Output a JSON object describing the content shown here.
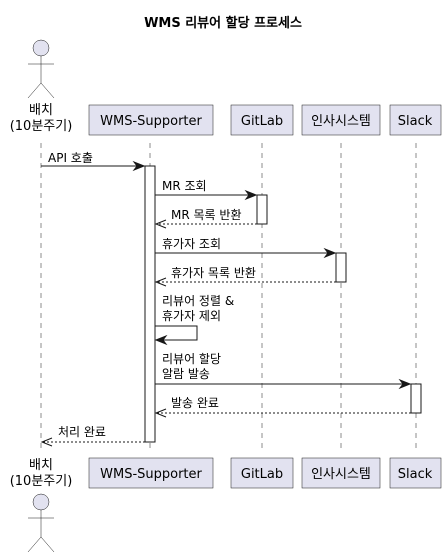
{
  "title": "WMS 리뷰어 할당 프로세스",
  "participants": {
    "batch": {
      "line1": "배치",
      "line2": "(10분주기)",
      "kind": "actor"
    },
    "supporter": {
      "label": "WMS-Supporter"
    },
    "gitlab": {
      "label": "GitLab"
    },
    "hr": {
      "label": "인사시스템"
    },
    "slack": {
      "label": "Slack"
    }
  },
  "messages": [
    {
      "from": "batch",
      "to": "supporter",
      "style": "solid",
      "lines": [
        "API 호출"
      ]
    },
    {
      "from": "supporter",
      "to": "gitlab",
      "style": "solid",
      "lines": [
        "MR 조회"
      ]
    },
    {
      "from": "gitlab",
      "to": "supporter",
      "style": "dashed",
      "lines": [
        "MR 목록 반환"
      ]
    },
    {
      "from": "supporter",
      "to": "hr",
      "style": "solid",
      "lines": [
        "휴가자 조회"
      ]
    },
    {
      "from": "hr",
      "to": "supporter",
      "style": "dashed",
      "lines": [
        "휴가자 목록 반환"
      ]
    },
    {
      "from": "supporter",
      "to": "supporter",
      "style": "self",
      "lines": [
        "리뷰어 정렬 &",
        "휴가자 제외"
      ]
    },
    {
      "from": "supporter",
      "to": "slack",
      "style": "solid",
      "lines": [
        "리뷰어 할당",
        "알람 발송"
      ]
    },
    {
      "from": "slack",
      "to": "supporter",
      "style": "dashed",
      "lines": [
        "발송 완료"
      ]
    },
    {
      "from": "supporter",
      "to": "batch",
      "style": "dashed",
      "lines": [
        "처리 완료"
      ]
    }
  ]
}
